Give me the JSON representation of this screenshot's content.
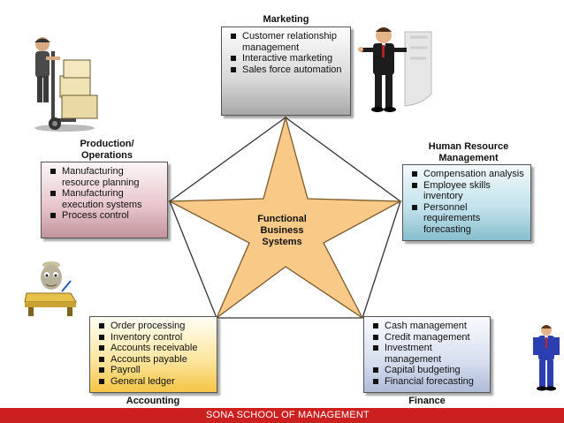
{
  "center_label": [
    "Functional",
    "Business",
    "Systems"
  ],
  "marketing": {
    "title": "Marketing",
    "items": [
      "Customer relationship management",
      "Interactive marketing",
      "Sales force automation"
    ]
  },
  "production": {
    "title_lines": [
      "Production/",
      "Operations"
    ],
    "items": [
      "Manufacturing resource planning",
      "Manufacturing execution systems",
      "Process control"
    ]
  },
  "hr": {
    "title_lines": [
      "Human Resource",
      "Management"
    ],
    "items": [
      "Compensation analysis",
      "Employee skills inventory",
      "Personnel requirements forecasting"
    ]
  },
  "accounting": {
    "title": "Accounting",
    "items": [
      "Order processing",
      "Inventory control",
      "Accounts receivable",
      "Accounts payable",
      "Payroll",
      "General ledger"
    ]
  },
  "finance": {
    "title": "Finance",
    "items": [
      "Cash management",
      "Credit management",
      "Investment management",
      "Capital budgeting",
      "Financial forecasting"
    ]
  },
  "footer": {
    "text": "SONA SCHOOL OF MANAGEMENT"
  },
  "colors": {
    "star_fill": "#f9c987",
    "star_stroke": "#7a5a2a",
    "footer_bg": "#cc1f1f"
  },
  "clipart": [
    "delivery-man-with-boxes-icon",
    "businessman-presenting-icon",
    "cartoon-thinker-at-desk-icon",
    "businessman-standing-icon"
  ]
}
